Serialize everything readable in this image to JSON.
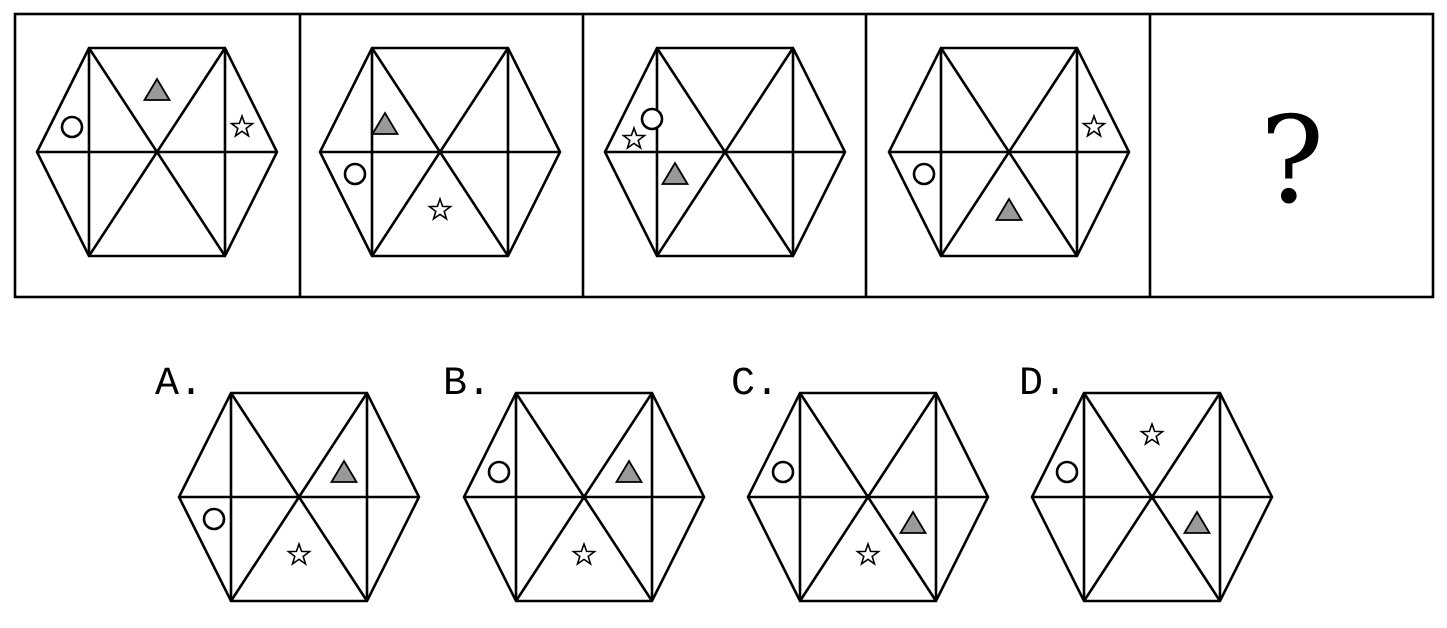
{
  "question_mark": "?",
  "colors": {
    "line": "#000000",
    "triangle_fill": "#999999",
    "background": "#ffffff"
  },
  "icons": [
    "circle",
    "triangle",
    "star"
  ],
  "sequence": [
    {
      "circle": "left-upper",
      "triangle": "top",
      "star": "right-upper"
    },
    {
      "circle": "left-lower",
      "triangle": "upper-left",
      "star": "bottom"
    },
    {
      "circle": "left-upper",
      "triangle": "lower-left",
      "star": "left-upper"
    },
    {
      "circle": "left-lower",
      "triangle": "bottom",
      "star": "right-upper"
    }
  ],
  "options": [
    {
      "label": "A.",
      "circle": "left-lower",
      "triangle": "upper-right",
      "star": "bottom"
    },
    {
      "label": "B.",
      "circle": "left-upper",
      "triangle": "upper-right",
      "star": "bottom"
    },
    {
      "label": "C.",
      "circle": "left-upper",
      "triangle": "lower-right",
      "star": "bottom"
    },
    {
      "label": "D.",
      "circle": "left-upper",
      "triangle": "lower-right",
      "star": "top"
    }
  ]
}
